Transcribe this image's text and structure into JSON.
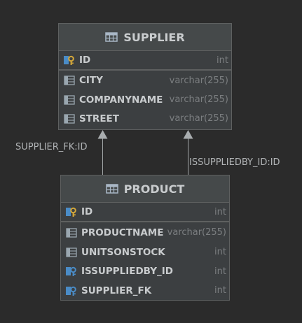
{
  "supplier": {
    "title": "SUPPLIER",
    "icon": "table-icon",
    "columns": [
      {
        "name": "ID",
        "type": "int",
        "icon": "primary-key-icon"
      },
      {
        "name": "CITY",
        "type": "varchar(255)",
        "icon": "column-icon"
      },
      {
        "name": "COMPANYNAME",
        "type": "varchar(255)",
        "icon": "column-icon"
      },
      {
        "name": "STREET",
        "type": "varchar(255)",
        "icon": "column-icon"
      }
    ]
  },
  "product": {
    "title": "PRODUCT",
    "icon": "table-icon",
    "columns": [
      {
        "name": "ID",
        "type": "int",
        "icon": "primary-key-icon"
      },
      {
        "name": "PRODUCTNAME",
        "type": "varchar(255)",
        "icon": "column-icon"
      },
      {
        "name": "UNITSONSTOCK",
        "type": "int",
        "icon": "column-icon"
      },
      {
        "name": "ISSUPPLIEDBY_ID",
        "type": "int",
        "icon": "foreign-key-icon"
      },
      {
        "name": "SUPPLIER_FK",
        "type": "int",
        "icon": "foreign-key-icon"
      }
    ]
  },
  "relations": [
    {
      "label": "SUPPLIER_FK:ID",
      "from": "product",
      "to": "supplier"
    },
    {
      "label": "ISSUPPLIEDBY_ID:ID",
      "from": "product",
      "to": "supplier"
    }
  ],
  "colors": {
    "background": "#2b2b2b",
    "entity_body": "#3c3f41",
    "entity_header": "#45494a",
    "border": "#5e6060",
    "key_gold": "#d6a93a",
    "icon_blue": "#4a8cc7",
    "text": "#c9ccce",
    "type_text": "#7b7e80"
  }
}
